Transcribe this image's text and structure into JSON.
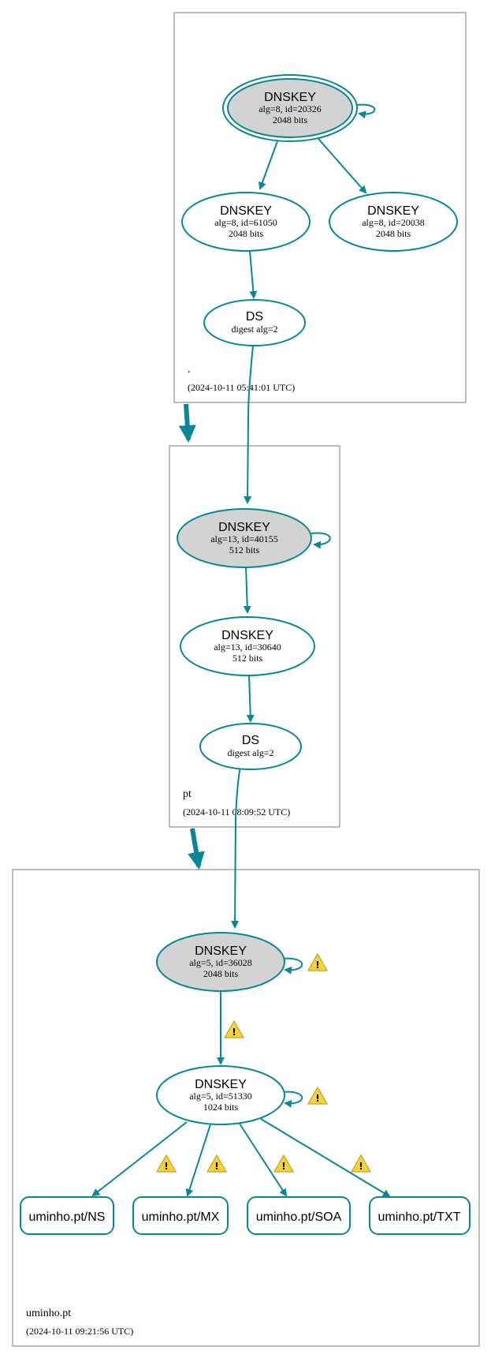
{
  "zones": {
    "root": {
      "name": ".",
      "timestamp": "(2024-10-11 05:41:01 UTC)"
    },
    "pt": {
      "name": "pt",
      "timestamp": "(2024-10-11 08:09:52 UTC)"
    },
    "uminho": {
      "name": "uminho.pt",
      "timestamp": "(2024-10-11 09:21:56 UTC)"
    }
  },
  "nodes": {
    "root_ksk": {
      "title": "DNSKEY",
      "line1": "alg=8, id=20326",
      "line2": "2048 bits"
    },
    "root_zsk": {
      "title": "DNSKEY",
      "line1": "alg=8, id=61050",
      "line2": "2048 bits"
    },
    "root_key2": {
      "title": "DNSKEY",
      "line1": "alg=8, id=20038",
      "line2": "2048 bits"
    },
    "root_ds": {
      "title": "DS",
      "line1": "digest alg=2"
    },
    "pt_ksk": {
      "title": "DNSKEY",
      "line1": "alg=13, id=40155",
      "line2": "512 bits"
    },
    "pt_zsk": {
      "title": "DNSKEY",
      "line1": "alg=13, id=30640",
      "line2": "512 bits"
    },
    "pt_ds": {
      "title": "DS",
      "line1": "digest alg=2"
    },
    "um_ksk": {
      "title": "DNSKEY",
      "line1": "alg=5, id=36028",
      "line2": "2048 bits"
    },
    "um_zsk": {
      "title": "DNSKEY",
      "line1": "alg=5, id=51330",
      "line2": "1024 bits"
    }
  },
  "rrsets": {
    "ns": "uminho.pt/NS",
    "mx": "uminho.pt/MX",
    "soa": "uminho.pt/SOA",
    "txt": "uminho.pt/TXT"
  },
  "colors": {
    "edge": "#0a8796",
    "ksk_fill": "#d3d3d3",
    "node_fill": "#ffffff",
    "warning": "#f5d33a"
  },
  "icons": {
    "warning": "warning-icon"
  }
}
